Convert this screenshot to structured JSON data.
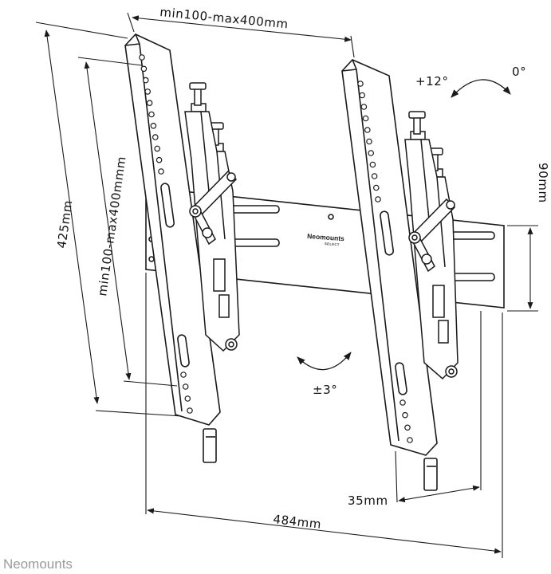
{
  "dimensions": {
    "top_width": "min100-max400mm",
    "overall_height": "425mm",
    "vertical_range": "min100-max400mmm",
    "rail_height": "90mm",
    "overall_width": "484mm",
    "wall_depth": "35mm"
  },
  "tilt": {
    "forward": "+12°",
    "neutral": "0°",
    "swivel": "±3°"
  },
  "brand": {
    "plate_name": "Neomounts",
    "plate_sub": "SELECT",
    "footer": "Neomounts"
  },
  "colors": {
    "line": "#1a1a1a",
    "footer": "#9a9a9a"
  }
}
